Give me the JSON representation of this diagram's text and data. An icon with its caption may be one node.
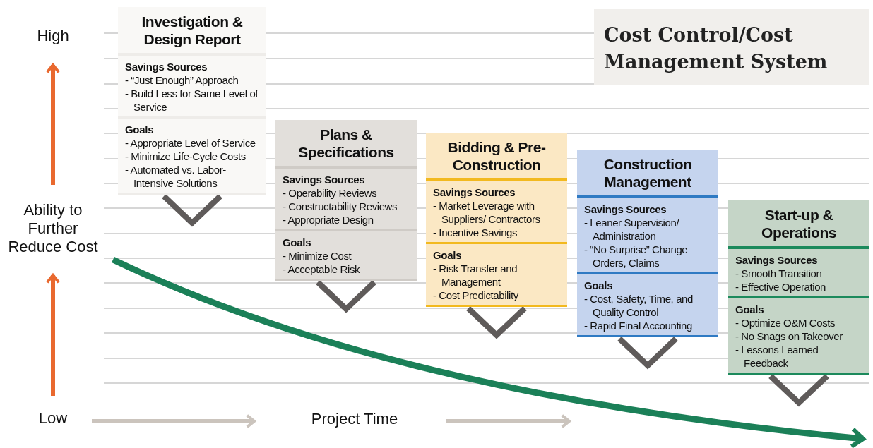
{
  "diagram": {
    "title": "Cost Control/Cost Management System",
    "nodes": [
      {
        "text": [
          "Investigation & Design Report"
        ]
      },
      {
        "text": [
          "Savings Sources",
          "- “Just Enough” Approach",
          "- Build Less for Same Level of Service"
        ],
        "in": 0
      },
      {
        "text": [
          "Goals",
          "- Appropriate Level of Service",
          "- Minimize Life-Cycle Costs",
          "- Automated vs. Labor-Intensive Solutions"
        ],
        "in": 0
      },
      {
        "text": [
          "Plans & Specifications"
        ]
      },
      {
        "text": [
          "Savings Sources",
          "- Operability Reviews",
          "- Constructability Reviews",
          "- Appropriate Design"
        ],
        "in": 3
      },
      {
        "text": [
          "Goals",
          "- Minimize Cost",
          "- Acceptable Risk"
        ],
        "in": 3
      },
      {
        "text": [
          "Bidding & Pre-Construction"
        ]
      },
      {
        "text": [
          "Savings Sources",
          "- Market Leverage with Suppliers/ Contractors",
          "- Incentive Savings"
        ],
        "in": 6
      },
      {
        "text": [
          "Goals",
          "- Risk Transfer and Management",
          "- Cost Predictability"
        ],
        "in": 6
      },
      {
        "text": [
          "Construction Management"
        ]
      },
      {
        "text": [
          "Savings Sources",
          "- Leaner Supervision/ Administration",
          "- “No Surprise” Change Orders, Claims"
        ],
        "in": 9
      },
      {
        "text": [
          "Goals",
          "- Cost, Safety, Time, and Quality Control",
          "- Rapid Final Accounting"
        ],
        "in": 9
      },
      {
        "text": [
          "Start-up & Operations"
        ]
      },
      {
        "text": [
          "Savings Sources",
          "- Smooth Transition",
          "- Effective Operation"
        ],
        "in": 12
      },
      {
        "text": [
          "Goals",
          "- Optimize O&M Costs",
          "- No Snags on Takeover",
          "- Lessons Learned Feedback"
        ],
        "in": 12
      }
    ],
    "edges": [],
    "labels": [
      "High",
      "Ability to Further Reduce Cost",
      "Low",
      "Project Time"
    ]
  }
}
